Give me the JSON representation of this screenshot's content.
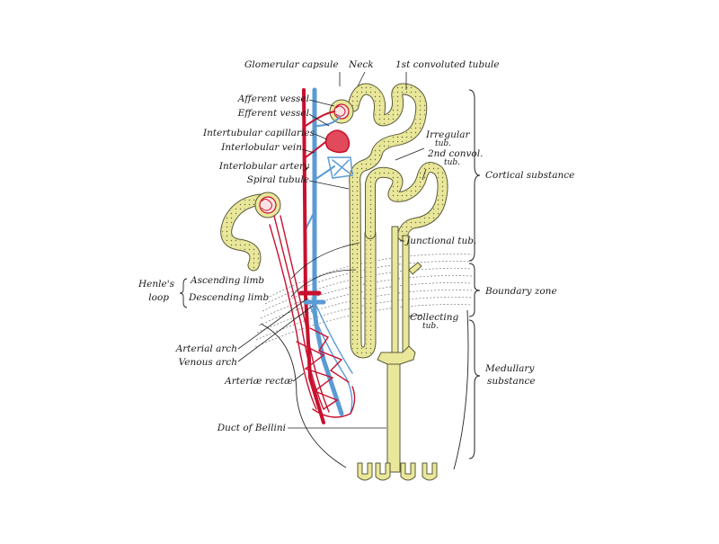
{
  "figure": {
    "labels": {
      "glomerular_capsule": "Glomerular capsule",
      "neck": "Neck",
      "first_convoluted_tubule": "1st convoluted tubule",
      "afferent_vessel": "Afferent vessel",
      "efferent_vessel": "Efferent vessel",
      "intertubular_capillaries": "Intertubular capillaries",
      "interlobular_vein": "Interlobular vein",
      "interlobular_artery": "Interlobular artery",
      "spiral_tubule": "Spiral tubule",
      "irregular_tub_1": "Irregular",
      "irregular_tub_2": "tub.",
      "second_convol_tub_1": "2nd convol.",
      "second_convol_tub_2": "tub.",
      "cortical_substance": "Cortical substance",
      "junctional_tub": "Junctional tub.",
      "henles_loop_1": "Henle's",
      "henles_loop_2": "loop",
      "ascending_limb": "Ascending limb",
      "descending_limb": "Descending limb",
      "boundary_zone": "Boundary zone",
      "collecting_tub_1": "Collecting",
      "collecting_tub_2": "tub.",
      "arterial_arch": "Arterial arch",
      "venous_arch": "Venous arch",
      "arteriae_rectae": "Arteriæ rectæ",
      "medullary_substance_1": "Medullary",
      "medullary_substance_2": "substance",
      "duct_of_bellini": "Duct of Bellini"
    },
    "colors": {
      "artery": "#c8102e",
      "vein": "#5b9bd5",
      "tubule_fill": "#e9e79a",
      "tubule_outline": "#5a5a3a",
      "line": "#222222"
    }
  }
}
